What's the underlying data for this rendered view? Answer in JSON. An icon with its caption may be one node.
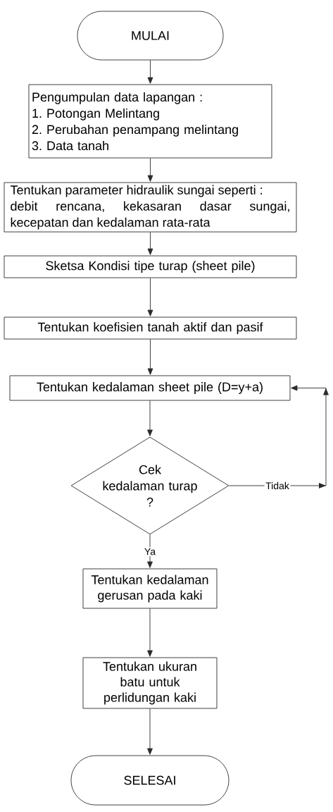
{
  "diagram": {
    "nodes": [
      {
        "text": [
          "MULAI"
        ]
      },
      {
        "text": [
          "Pengumpulan data lapangan :",
          "1. Potongan Melintang",
          "2. Perubahan penampang melintang",
          "3. Data tanah"
        ]
      },
      {
        "text": [
          "Tentukan parameter hidraulik sungai seperti :",
          "debit rencana, kekasaran dasar sungai, kecepatan dan kedalaman rata-rata"
        ]
      },
      {
        "text": [
          "Sketsa Kondisi tipe turap (sheet pile)"
        ]
      },
      {
        "text": [
          "Tentukan koefisien tanah aktif dan pasif"
        ]
      },
      {
        "text": [
          "Tentukan kedalaman sheet pile (D=y+a)"
        ]
      },
      {
        "text": [
          "Cek kedalaman turap ?"
        ]
      },
      {
        "text": [
          "Tentukan kedalaman gerusan pada kaki"
        ]
      },
      {
        "text": [
          "Tentukan ukuran batu untuk perlidungan kaki"
        ]
      },
      {
        "text": [
          "SELESAI"
        ]
      }
    ],
    "edges": [
      {
        "from": 0,
        "to": 1,
        "arrow": "to"
      },
      {
        "from": 1,
        "to": 2,
        "arrow": "to"
      },
      {
        "from": 2,
        "to": 3,
        "arrow": "to"
      },
      {
        "from": 3,
        "to": 4,
        "arrow": "to"
      },
      {
        "from": 4,
        "to": 5,
        "arrow": "to"
      },
      {
        "from": 5,
        "to": 6,
        "arrow": "to"
      },
      {
        "from": 6,
        "to": 5,
        "arrow": "to",
        "label": "Tidak"
      },
      {
        "from": 6,
        "to": 7,
        "arrow": "to",
        "label": "Ya"
      },
      {
        "from": 7,
        "to": 8,
        "arrow": "to"
      },
      {
        "from": 8,
        "to": 9,
        "arrow": "to"
      }
    ]
  }
}
